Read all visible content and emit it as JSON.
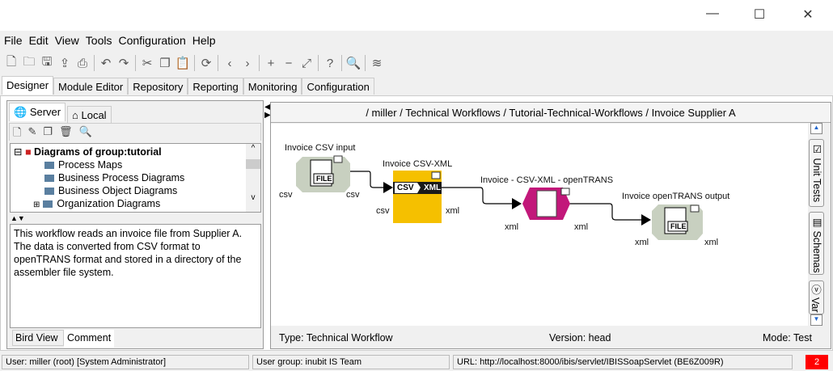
{
  "window": {
    "minimize": "—",
    "maximize": "☐",
    "close": "✕"
  },
  "menu": [
    "File",
    "Edit",
    "View",
    "Tools",
    "Configuration",
    "Help"
  ],
  "toolbar_icons": [
    "new-icon",
    "open-icon",
    "save-icon",
    "upload-icon",
    "print-icon",
    "undo-icon",
    "redo-icon",
    "cut-icon",
    "copy-icon",
    "paste-icon",
    "refresh-icon",
    "back-icon",
    "forward-icon",
    "zoom-in-icon",
    "zoom-out-icon",
    "fit-icon",
    "help-icon",
    "search-icon",
    "wifi-icon"
  ],
  "tabs": [
    "Designer",
    "Module Editor",
    "Repository",
    "Reporting",
    "Monitoring",
    "Configuration"
  ],
  "left": {
    "tabs": [
      "Server",
      "Local"
    ],
    "tree": {
      "root": "Diagrams of group:tutorial",
      "items": [
        "Process Maps",
        "Business Process Diagrams",
        "Business Object Diagrams",
        "Organization Diagrams"
      ]
    },
    "comment": "This workflow reads an invoice file from Supplier A. The data is converted from CSV format to openTRANS format and stored in a directory of the assembler file system.",
    "bottom_tabs": [
      "Bird View",
      "Comment"
    ]
  },
  "breadcrumb": "/ miller / Technical Workflows / Tutorial-Technical-Workflows / Invoice Supplier A",
  "nodes": [
    {
      "title": "Invoice CSV input",
      "in": "csv",
      "out": "csv",
      "badge": "FILE"
    },
    {
      "title": "Invoice CSV-XML",
      "in": "csv",
      "out": "xml",
      "badge_in": "CSV",
      "badge_out": "XML"
    },
    {
      "title": "Invoice - CSV-XML - openTRANS",
      "in": "xml",
      "out": "xml"
    },
    {
      "title": "Invoice openTRANS output",
      "in": "xml",
      "out": "xml",
      "badge": "FILE"
    }
  ],
  "side_tabs": [
    "Unit Tests",
    "Schemas",
    "Var"
  ],
  "info": {
    "type": "Type: Technical Workflow",
    "version": "Version: head",
    "mode": "Mode: Test"
  },
  "statusbar": {
    "user": "User: miller (root) [System Administrator]",
    "group": "User group: inubit IS Team",
    "url": "URL: http://localhost:8000/ibis/servlet/IBISSoapServlet (BE6Z009R)",
    "count": "2"
  },
  "colors": {
    "accent_red": "#ff0000",
    "convert_yellow": "#f5c000",
    "transform_magenta": "#c2187a",
    "file_node": "#c8d0c0"
  }
}
